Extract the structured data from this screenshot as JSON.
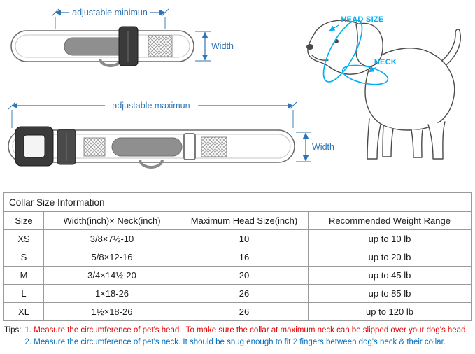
{
  "colors": {
    "dimension_blue": "#2e74b5",
    "label_cyan": "#00b0f0",
    "tip_red": "#e60000",
    "tip_blue": "#0070c0",
    "table_border": "#9a9a9a",
    "text": "#1a1a1a"
  },
  "diagram": {
    "label_min": "adjustable minimun",
    "label_max": "adjustable maximun",
    "label_width_top": "Width",
    "label_width_bottom": "Width",
    "label_head_size": "HEAD SIZE",
    "label_neck": "NECK"
  },
  "table": {
    "title": "Collar Size Information",
    "headers": [
      "Size",
      "Width(inch)× Neck(inch)",
      "Maximum Head Size(inch)",
      "Recommended Weight Range"
    ],
    "rows": [
      [
        "XS",
        "3/8×7½-10",
        "10",
        "up to 10 lb"
      ],
      [
        "S",
        "5/8×12-16",
        "16",
        "up to 20 lb"
      ],
      [
        "M",
        "3/4×14½-20",
        "20",
        "up to 45 lb"
      ],
      [
        "L",
        "1×18-26",
        "26",
        "up to 85 lb"
      ],
      [
        "XL",
        "1½×18-26",
        "26",
        "up to 120 lb"
      ]
    ]
  },
  "tips": {
    "label": "Tips:",
    "line1": "1. Measure the circumference of pet's head.  To make sure the collar at maximum neck can be slipped over your dog's head.",
    "line2": "2. Measure the circumference of pet's neck. It should be snug enough to fit 2 fingers between dog's neck & their collar."
  }
}
